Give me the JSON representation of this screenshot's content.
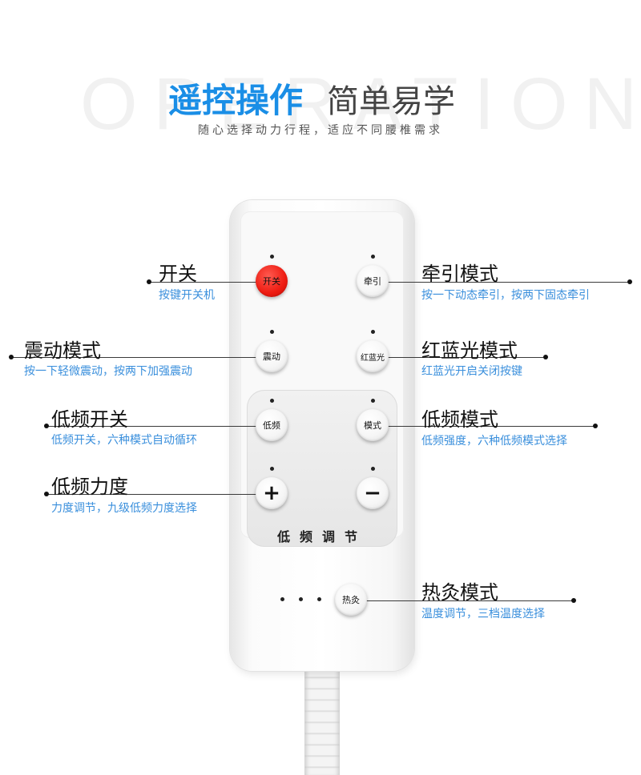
{
  "header": {
    "bg_word": "OPERATION",
    "title_bold": "遥控操作",
    "title_light": "简单易学",
    "subtitle": "随心选择动力行程，适应不同腰椎需求"
  },
  "remote": {
    "low_freq_label": "低频调节",
    "buttons": {
      "power": "开关",
      "traction": "牵引",
      "vibration": "震动",
      "redblue": "红蓝光",
      "lowfreq": "低频",
      "mode": "模式",
      "plus": "+",
      "minus": "−",
      "heat": "热灸"
    }
  },
  "annotations": {
    "power": {
      "label": "开关",
      "desc": "按键开关机"
    },
    "traction": {
      "label": "牵引模式",
      "desc": "按一下动态牵引，按两下固态牵引"
    },
    "vibration": {
      "label": "震动模式",
      "desc": "按一下轻微震动，按两下加强震动"
    },
    "redblue": {
      "label": "红蓝光模式",
      "desc": "红蓝光开启关闭按键"
    },
    "lowfreq_switch": {
      "label": "低频开关",
      "desc": "低频开关，六种模式自动循环"
    },
    "lowfreq_mode": {
      "label": "低频模式",
      "desc": "低频强度，六种低频模式选择"
    },
    "lowfreq_power": {
      "label": "低频力度",
      "desc": "力度调节，九级低频力度选择"
    },
    "heat": {
      "label": "热灸模式",
      "desc": "温度调节，三档温度选择"
    }
  },
  "colors": {
    "accent_blue": "#1a8ee6",
    "desc_blue": "#3a8fdc",
    "power_red": "#ee1c12"
  }
}
